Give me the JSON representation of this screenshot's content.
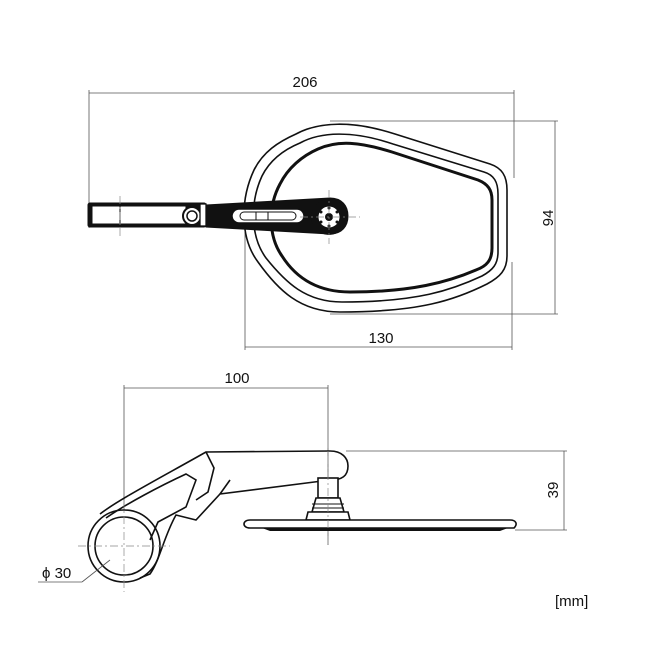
{
  "dimensions": {
    "overall_width": "206",
    "mirror_height": "94",
    "mirror_width": "130",
    "arm_reach": "100",
    "side_height": "39",
    "clamp_diameter": "ϕ 30"
  },
  "unit_label": "[mm]"
}
